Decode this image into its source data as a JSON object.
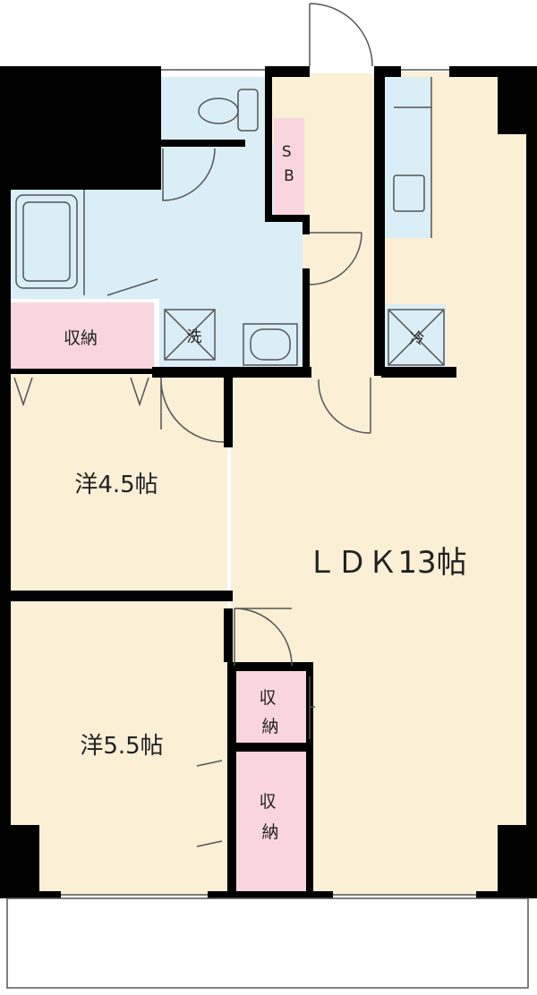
{
  "rooms": {
    "western_1": "洋4.5帖",
    "western_2": "洋5.5帖",
    "ldk": "ＬＤＫ13帖",
    "storage_top": "収納",
    "storage_mid": "収\n納",
    "storage_bottom": "収\n納",
    "shoe_box": "S\nB",
    "washer": "洗",
    "fridge": "冷"
  },
  "colors": {
    "floor": "#fbefd5",
    "wet_area": "#d9eef7",
    "storage": "#f9d6dd",
    "wall": "#000000",
    "fixture_line": "#555555"
  }
}
